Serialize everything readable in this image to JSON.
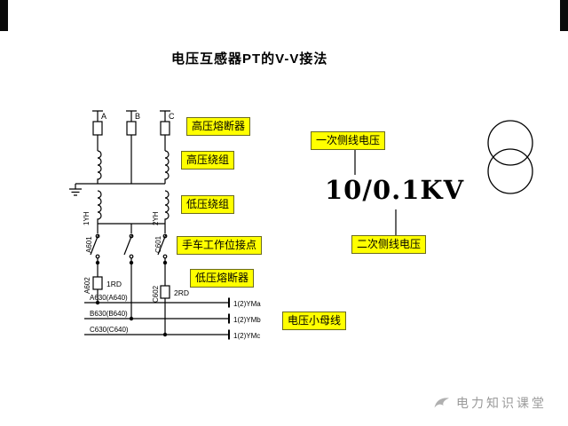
{
  "title": "电压互感器PT的V-V接法",
  "ratio_label": "10/0.1KV",
  "callouts": [
    {
      "label": "高压熔断器"
    },
    {
      "label": "高压绕组"
    },
    {
      "label": "低压绕组"
    },
    {
      "label": "手车工作位接点"
    },
    {
      "label": "低压熔断器"
    },
    {
      "label": "一次侧线电压"
    },
    {
      "label": "二次侧线电压"
    },
    {
      "label": "电压小母线"
    }
  ],
  "schematic": {
    "phases": [
      "A",
      "B",
      "C"
    ],
    "pt_labels": [
      "1YH",
      "2YH"
    ],
    "secondary_wires": [
      "A601",
      "C601"
    ],
    "outgoing_wires": [
      "A602",
      "C602"
    ],
    "lv_fuses": [
      "1RD",
      "2RD"
    ],
    "buses": [
      {
        "name": "A630(A640)",
        "terminal": "1(2)YMa"
      },
      {
        "name": "B630(B640)",
        "terminal": "1(2)YMb"
      },
      {
        "name": "C630(C640)",
        "terminal": "1(2)YMc"
      }
    ]
  },
  "footer": {
    "brand": "电力知识课堂"
  },
  "colors": {
    "callout_bg": "#ffff00",
    "line": "#000000",
    "brand_text": "#9a9a9a"
  }
}
